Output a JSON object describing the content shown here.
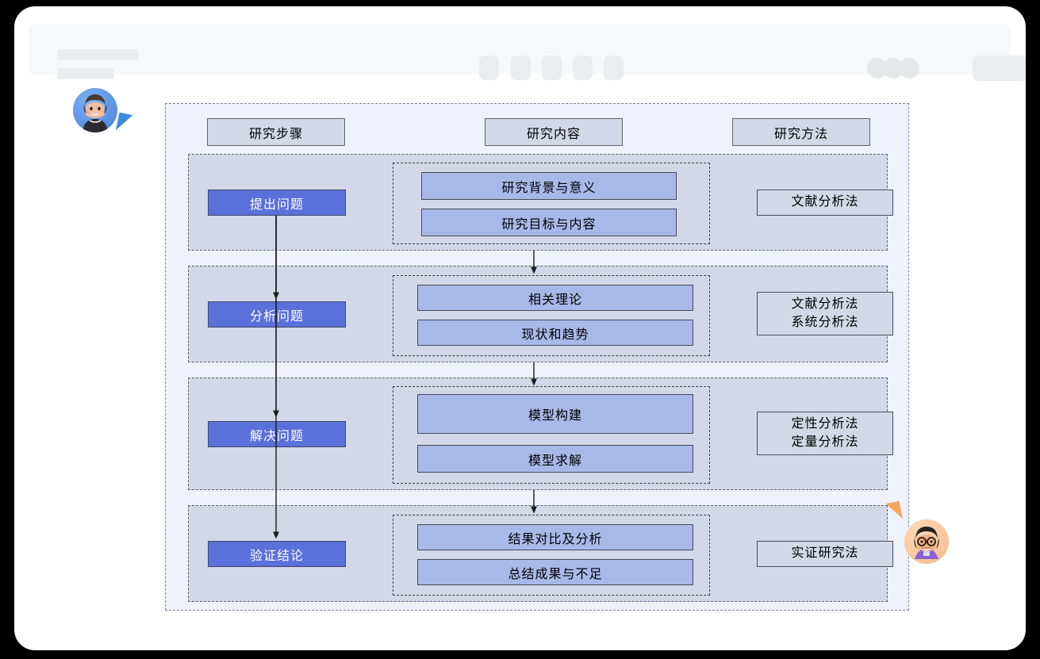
{
  "window": {
    "background_color": "#000000",
    "card_color": "#ffffff"
  },
  "toolbar": {
    "skeleton": true,
    "title_placeholder_count": 2,
    "tab_placeholder_count": 5,
    "avatar_dot_count": 3,
    "action_placeholder_count": 1
  },
  "diagram": {
    "type": "flowchart",
    "frame_color": "#eff1fb",
    "accent_color": "#5a70da",
    "content_color": "#a8b8e9",
    "row_color": "#d2d8e7",
    "columns": [
      {
        "label": "研究步骤"
      },
      {
        "label": "研究内容"
      },
      {
        "label": "研究方法"
      }
    ],
    "rows": [
      {
        "step": "提出问题",
        "contents": [
          "研究背景与意义",
          "研究目标与内容"
        ],
        "methods": [
          "文献分析法"
        ]
      },
      {
        "step": "分析问题",
        "contents": [
          "相关理论",
          "现状和趋势"
        ],
        "methods": [
          "文献分析法",
          "系统分析法"
        ]
      },
      {
        "step": "解决问题",
        "contents": [
          "模型构建",
          "模型求解"
        ],
        "methods": [
          "定性分析法",
          "定量分析法"
        ]
      },
      {
        "step": "验证结论",
        "contents": [
          "结果对比及分析",
          "总结成果与不足"
        ],
        "methods": [
          "实证研究法"
        ]
      }
    ]
  },
  "collaborators": [
    {
      "name": "collaborator-a",
      "cursor_color": "#3d8bdb",
      "avatar_color": "#5f95e6"
    },
    {
      "name": "collaborator-b",
      "cursor_color": "#f6a65b",
      "avatar_color": "#f9c79b"
    }
  ]
}
